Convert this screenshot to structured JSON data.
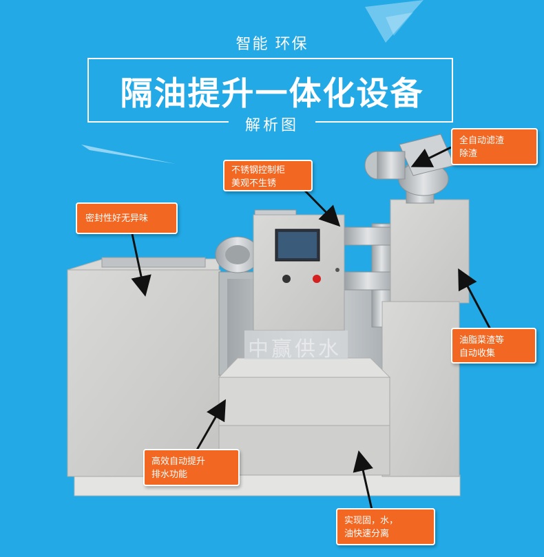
{
  "header": {
    "subtitle": "智能 环保",
    "title": "隔油提升一体化设备",
    "caption": "解析图"
  },
  "callouts": {
    "top_right": {
      "line1": "全自动滤渣",
      "line2": "除渣"
    },
    "cabinet": {
      "line1": "不锈钢控制柜",
      "line2": "美观不生锈"
    },
    "left": {
      "line1": "密封性好无异味"
    },
    "right": {
      "line1": "油脂菜渣等",
      "line2": "自动收集"
    },
    "bottom_left": {
      "line1": "高效自动提升",
      "line2": "排水功能"
    },
    "bottom": {
      "line1": "实现固，水，",
      "line2": "油快速分离"
    }
  },
  "watermark": "中赢供水",
  "colors": {
    "background": "#22a9e6",
    "callout": "#f26722",
    "steel": "#c8c8c8"
  }
}
